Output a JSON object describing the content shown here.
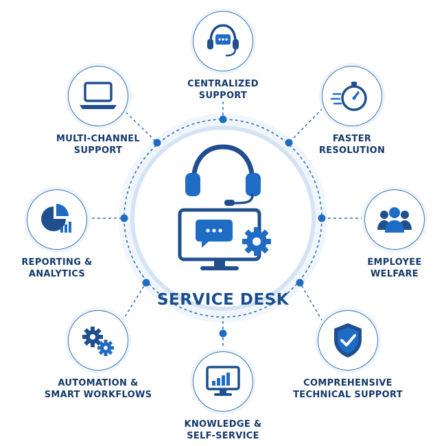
{
  "title": "SERVICE DESK",
  "colors": {
    "primary": "#1f6cc4",
    "dark_navy": "#14386b",
    "light_blue": "#eaf2fb",
    "line": "#2e6fb7"
  },
  "nodes": [
    {
      "id": "centralized",
      "icon": "headset-chat-icon",
      "line1": "CENTRALIZED",
      "line2": "SUPPORT"
    },
    {
      "id": "faster",
      "icon": "stopwatch-icon",
      "line1": "FASTER",
      "line2": "RESOLUTION"
    },
    {
      "id": "employee",
      "icon": "people-group-icon",
      "line1": "EMPLOYEE",
      "line2": "WELFARE"
    },
    {
      "id": "comprehensive",
      "icon": "shield-check-icon",
      "line1": "COMPREHENSIVE",
      "line2": "TECHNICAL SUPPORT"
    },
    {
      "id": "knowledge",
      "icon": "monitor-bar-chart-icon",
      "line1": "KNOWLEDGE &",
      "line2": "SELF-SERVICE"
    },
    {
      "id": "automation",
      "icon": "gears-icon",
      "line1": "AUTOMATION &",
      "line2": "SMART WORKFLOWS"
    },
    {
      "id": "reporting",
      "icon": "pie-chart-icon",
      "line1": "REPORTING &",
      "line2": "ANALYTICS"
    },
    {
      "id": "multichannel",
      "icon": "laptop-icon",
      "line1": "MULTI-CHANNEL",
      "line2": "SUPPORT"
    }
  ]
}
